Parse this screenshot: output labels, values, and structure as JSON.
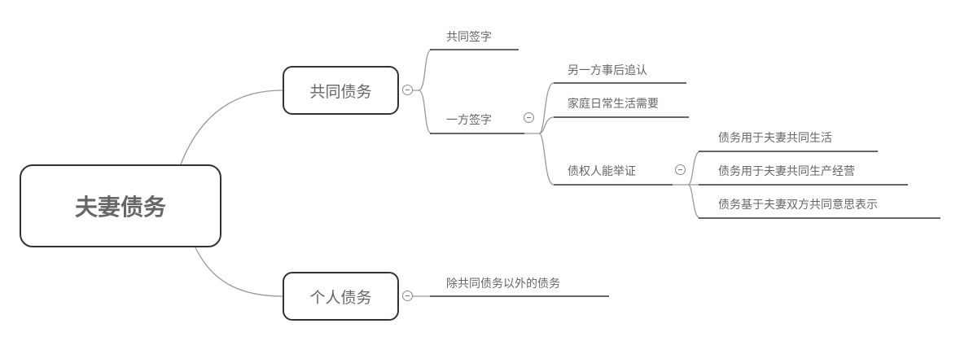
{
  "root": {
    "label": "夫妻债务"
  },
  "branches": [
    {
      "label": "共同债务",
      "children": [
        {
          "label": "共同签字"
        },
        {
          "label": "一方签字",
          "children": [
            {
              "label": "另一方事后追认"
            },
            {
              "label": "家庭日常生活需要"
            },
            {
              "label": "债权人能举证",
              "children": [
                {
                  "label": "债务用于夫妻共同生活"
                },
                {
                  "label": "债务用于夫妻共同生产经营"
                },
                {
                  "label": "债务基于夫妻双方共同意思表示"
                }
              ]
            }
          ]
        }
      ]
    },
    {
      "label": "个人债务",
      "children": [
        {
          "label": "除共同债务以外的债务"
        }
      ]
    }
  ]
}
